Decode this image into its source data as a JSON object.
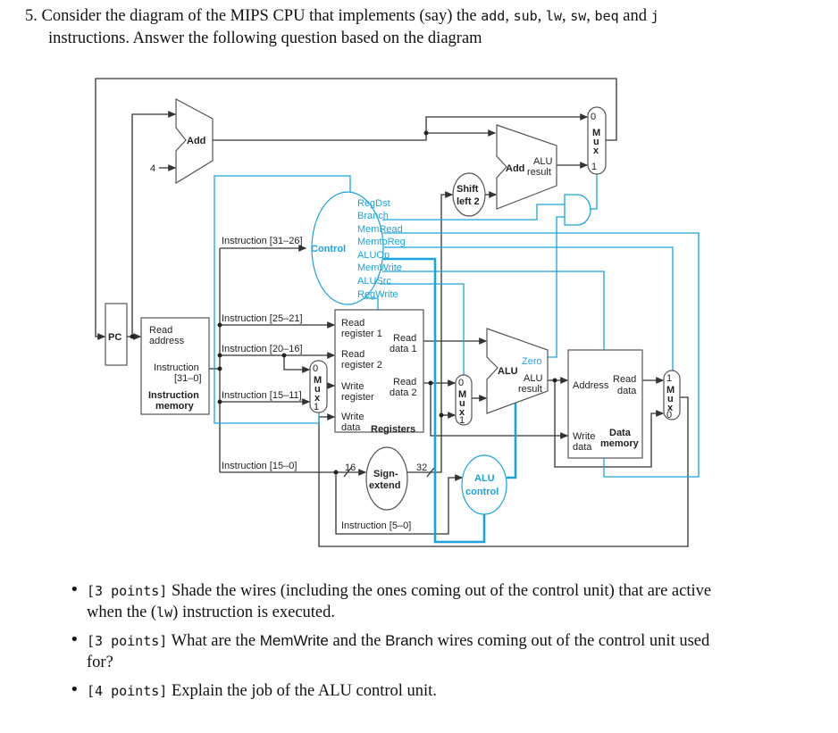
{
  "question": {
    "number": "5.",
    "line1_pre": "Consider the diagram of the MIPS CPU that implements (say) the ",
    "instr_add": "add",
    "instr_sub": "sub",
    "instr_lw": "lw",
    "instr_sw": "sw",
    "instr_beq": "beq",
    "instr_j": "j",
    "and_word": "and",
    "line2": "instructions. Answer the following question based on the diagram"
  },
  "diagram": {
    "add": "Add",
    "four": "4",
    "pc": "PC",
    "imem": {
      "read": "Read",
      "address": "address",
      "instruction": "Instruction",
      "bits": "[31–0]",
      "title1": "Instruction",
      "title2": "memory"
    },
    "control": "Control",
    "signals": [
      "RegDst",
      "Branch",
      "MemRead",
      "MemtoReg",
      "ALUOp",
      "MemWrite",
      "ALUSrc",
      "RegWrite"
    ],
    "instr_fields": [
      "Instruction [31–26]",
      "Instruction [25–21]",
      "Instruction [20–16]",
      "Instruction [15–11]",
      "Instruction [15–0]",
      "Instruction [5–0]"
    ],
    "registers": {
      "rr1a": "Read",
      "rr1b": "register 1",
      "rr2a": "Read",
      "rr2b": "register 2",
      "wra": "Write",
      "wrb": "register",
      "wda": "Write",
      "wdb": "data",
      "rd1a": "Read",
      "rd1b": "data 1",
      "rd2a": "Read",
      "rd2b": "data 2",
      "title": "Registers"
    },
    "mux": {
      "m": "M",
      "u": "u",
      "x": "x",
      "zero": "0",
      "one": "1"
    },
    "shift": {
      "a": "Shift",
      "b": "left 2"
    },
    "branch_adder": {
      "add": "Add",
      "alu": "ALU",
      "result": "result"
    },
    "sign_extend": {
      "a": "Sign-",
      "b": "extend",
      "in_bits": "16",
      "out_bits": "32"
    },
    "alu": {
      "label": "ALU",
      "zero": "Zero",
      "res1": "ALU",
      "res2": "result"
    },
    "alu_control": {
      "a": "ALU",
      "b": "control"
    },
    "dmem": {
      "address": "Address",
      "rd1": "Read",
      "rd2": "data",
      "wd1": "Write",
      "wd2": "data",
      "t1": "Data",
      "t2": "memory"
    },
    "colors": {
      "control_wire": "#1aa3dd",
      "datapath_wire": "#333333"
    }
  },
  "bullets": [
    {
      "points": "[3 points]",
      "text1": " Shade the wires (including the ones coming out of the control unit) that are active",
      "text2_pre": "when the (",
      "code": "lw",
      "text2_post": ") instruction is executed."
    },
    {
      "points": "[3 points]",
      "text1_pre": " What are the ",
      "memwrite": "MemWrite",
      "mid": " and the ",
      "branch": "Branch",
      "text1_post": " wires coming out of the control unit used",
      "text2": "for?"
    },
    {
      "points": "[4 points]",
      "text1": " Explain the job of the ALU control unit."
    }
  ]
}
